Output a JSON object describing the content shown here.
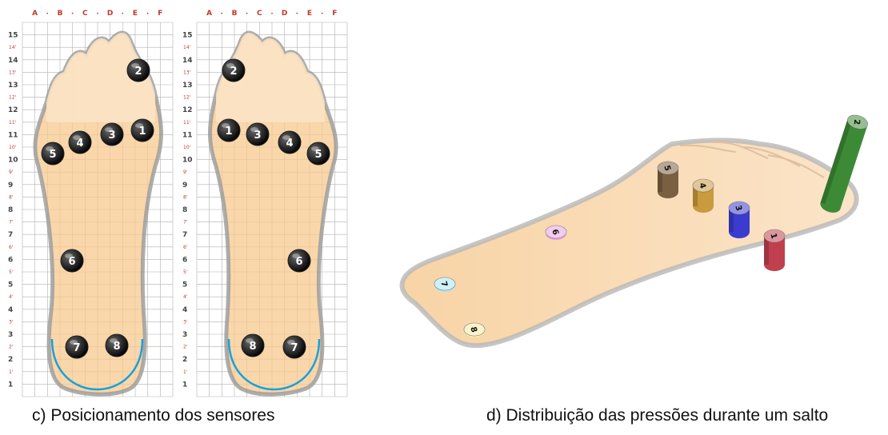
{
  "grid": {
    "columns": [
      "A",
      "B",
      "C",
      "D",
      "E",
      "F"
    ],
    "rows": [
      "1",
      "2",
      "3",
      "4",
      "5",
      "6",
      "7",
      "8",
      "9",
      "10",
      "11",
      "12",
      "13",
      "14",
      "15"
    ],
    "half_rows": [
      "1'",
      "2'",
      "3'",
      "4'",
      "5'",
      "6'",
      "7'",
      "8'",
      "9'",
      "10'",
      "11'",
      "12'",
      "13'",
      "14'"
    ]
  },
  "sensors": [
    "1",
    "2",
    "3",
    "4",
    "5",
    "6",
    "7",
    "8"
  ],
  "captions": {
    "c": "c)   Posicionamento dos sensores",
    "d": "d)   Distribuição das pressões durante um salto"
  },
  "colors": {
    "foot_fill": "#f7c98e",
    "toe_fill": "#fbe3c4",
    "foot_outline": "#9a9a9a",
    "heel_arc": "#1aa0dc",
    "sensor_dot": "#111111",
    "cylinder_1": "#c0404e",
    "cylinder_2": "#3d8a36",
    "cylinder_3": "#3b3bd0",
    "cylinder_4": "#c99a3e",
    "cylinder_5": "#7a6040",
    "disc_6": "#e8a0e0",
    "disc_7": "#a8e8f4",
    "disc_8": "#f4eba0"
  }
}
